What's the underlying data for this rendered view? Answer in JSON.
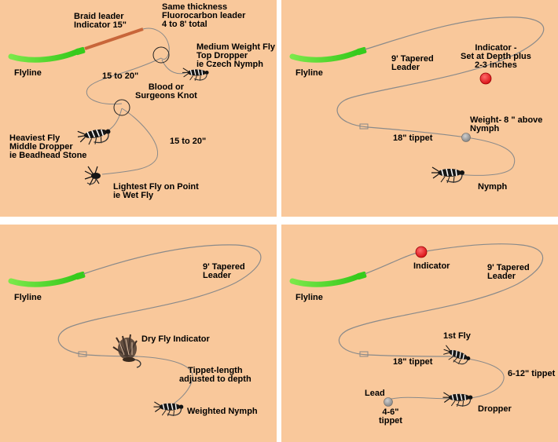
{
  "panels": {
    "top_left": {
      "braid": "Braid leader\nIndicator 15\"",
      "fluoro": "Same thickness\nFluorocarbon leader\n4 to 8' total",
      "dropper": "Medium Weight Fly\nTop Dropper\nie Czech Nymph",
      "flyline": "Flyline",
      "len1": "15 to 20\"",
      "knot": "Blood or\nSurgeons Knot",
      "heavy": "Heaviest Fly\nMiddle Dropper\nie Beadhead Stone",
      "len2": "15 to 20\"",
      "light": "Lightest Fly on Point\nie Wet Fly"
    },
    "top_right": {
      "flyline": "Flyline",
      "leader": "9' Tapered\nLeader",
      "indicator": "Indicator -\nSet at Depth plus\n2-3 inches",
      "weight": "Weight- 8 \" above\nNymph",
      "tippet": "18\" tippet",
      "nymph": "Nymph"
    },
    "bottom_left": {
      "flyline": "Flyline",
      "leader": "9' Tapered\nLeader",
      "dry": "Dry Fly Indicator",
      "tippet": "Tippet-length\nadjusted to depth",
      "nymph": "Weighted Nymph"
    },
    "bottom_right": {
      "flyline": "Flyline",
      "indicator": "Indicator",
      "leader": "9' Tapered\nLeader",
      "first": "1st Fly",
      "tippet18": "18\" tippet",
      "tippet612": "6-12\" tippet",
      "lead": "Lead",
      "tippet46": "4-6\"\ntippet",
      "dropper": "Dropper"
    }
  },
  "colors": {
    "background": "#f9c89b",
    "flyline": "#4fdc2a",
    "braid": "#c8663a",
    "indicator": "#e8141c",
    "lead": "#9a9a9a",
    "leader": "#7a7a7a"
  }
}
